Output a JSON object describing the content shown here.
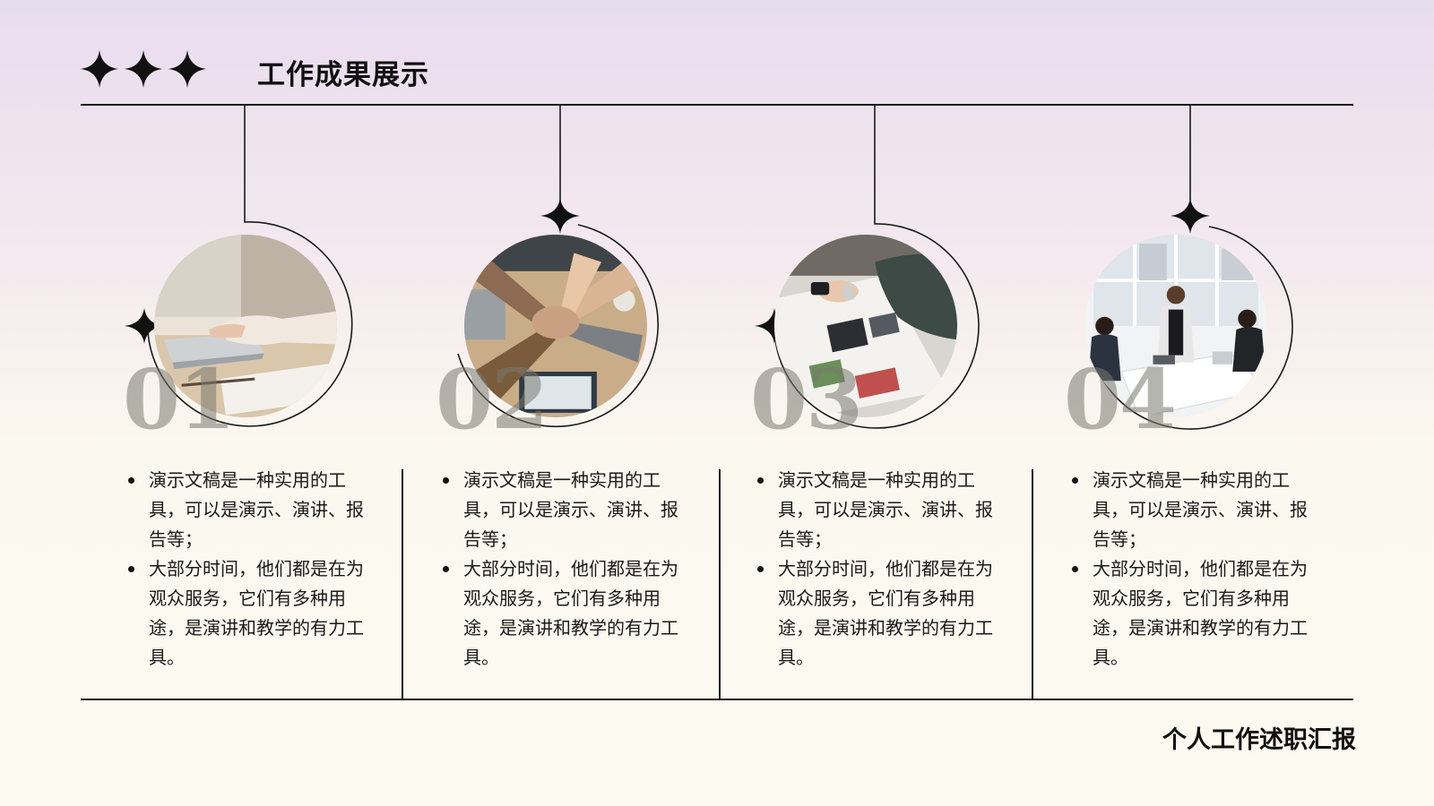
{
  "header": {
    "title": "工作成果展示",
    "icon": "sparkle-icon"
  },
  "footer": {
    "title": "个人工作述职汇报"
  },
  "colors": {
    "text": "#111111",
    "number": "#8c8c80",
    "background_top": "#e8dcef",
    "background_bottom": "#fcfaf1"
  },
  "items": [
    {
      "number": "01",
      "bullets": [
        "演示文稿是一种实用的工具，可以是演示、演讲、报告等；",
        "大部分时间，他们都是在为观众服务，它们有多种用途，是演讲和教学的有力工具。"
      ]
    },
    {
      "number": "02",
      "bullets": [
        "演示文稿是一种实用的工具，可以是演示、演讲、报告等；",
        "大部分时间，他们都是在为观众服务，它们有多种用途，是演讲和教学的有力工具。"
      ]
    },
    {
      "number": "03",
      "bullets": [
        "演示文稿是一种实用的工具，可以是演示、演讲、报告等；",
        "大部分时间，他们都是在为观众服务，它们有多种用途，是演讲和教学的有力工具。"
      ]
    },
    {
      "number": "04",
      "bullets": [
        "演示文稿是一种实用的工具，可以是演示、演讲、报告等；",
        "大部分时间，他们都是在为观众服务，它们有多种用途，是演讲和教学的有力工具。"
      ]
    }
  ]
}
